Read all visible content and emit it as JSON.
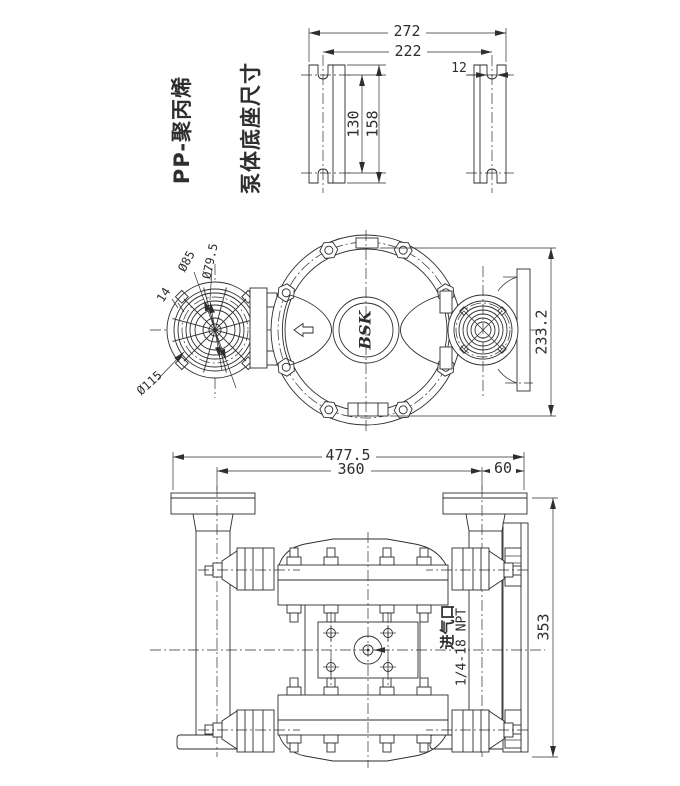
{
  "drawing": {
    "background": "#ffffff",
    "line_color": "#2e2e2e",
    "labels": {
      "material": "PP-聚丙烯",
      "view_title": "泵体底座尺寸",
      "brand": "BSK",
      "air_inlet": "进气口",
      "air_inlet_thread": "1/4-18 NPT"
    },
    "top_view": {
      "dims": {
        "overall_width": "272",
        "slot_span": "222",
        "slot_width": "12",
        "hole_span": "130",
        "plate_height": "158"
      }
    },
    "front_view": {
      "dims": {
        "bolt_circle": "Ø85",
        "port_circle": "Ø79.5",
        "flange_thickness": "14",
        "flange_od": "Ø115",
        "overall_height": "233.2"
      }
    },
    "plan_view": {
      "dims": {
        "overall_length": "477.5",
        "flange_span": "360",
        "flange_offset": "60",
        "overall_depth": "353"
      }
    }
  }
}
